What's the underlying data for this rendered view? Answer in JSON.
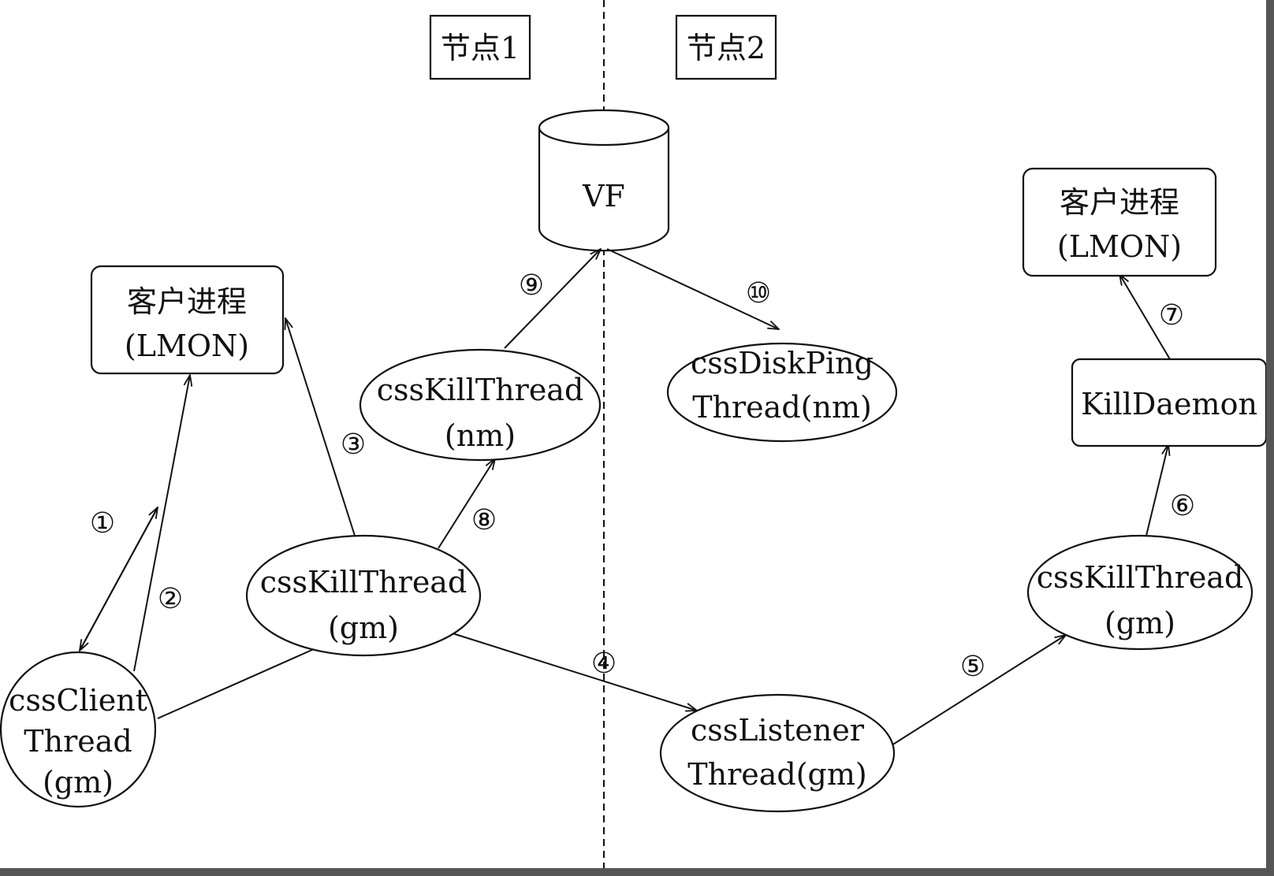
{
  "node_labels": {
    "node1": "节点1",
    "node2": "节点2"
  },
  "storage": {
    "vf": "VF"
  },
  "left": {
    "client_process": {
      "line1": "客户进程",
      "line2": "(LMON)"
    },
    "client_thread": {
      "line1": "cssClient",
      "line2": "Thread",
      "line3": "(gm)"
    },
    "kill_thread_gm": {
      "line1": "cssKillThread",
      "line2": "(gm)"
    },
    "kill_thread_nm": {
      "line1": "cssKillThread",
      "line2": "(nm)"
    }
  },
  "right": {
    "disk_ping": {
      "line1": "cssDiskPing",
      "line2": "Thread(nm)"
    },
    "listener": {
      "line1": "cssListener",
      "line2": "Thread(gm)"
    },
    "kill_thread_gm": {
      "line1": "cssKillThread",
      "line2": "(gm)"
    },
    "kill_daemon": {
      "line1": "KillDaemon"
    },
    "client_process": {
      "line1": "客户进程",
      "line2": "(LMON)"
    }
  },
  "steps": {
    "s1": "①",
    "s2": "②",
    "s3": "③",
    "s4": "④",
    "s5": "⑤",
    "s6": "⑥",
    "s7": "⑦",
    "s8": "⑧",
    "s9": "⑨",
    "s10": "⑩"
  },
  "colors": {
    "ink": "#111111",
    "frame": "#555555",
    "background": "#ffffff"
  }
}
